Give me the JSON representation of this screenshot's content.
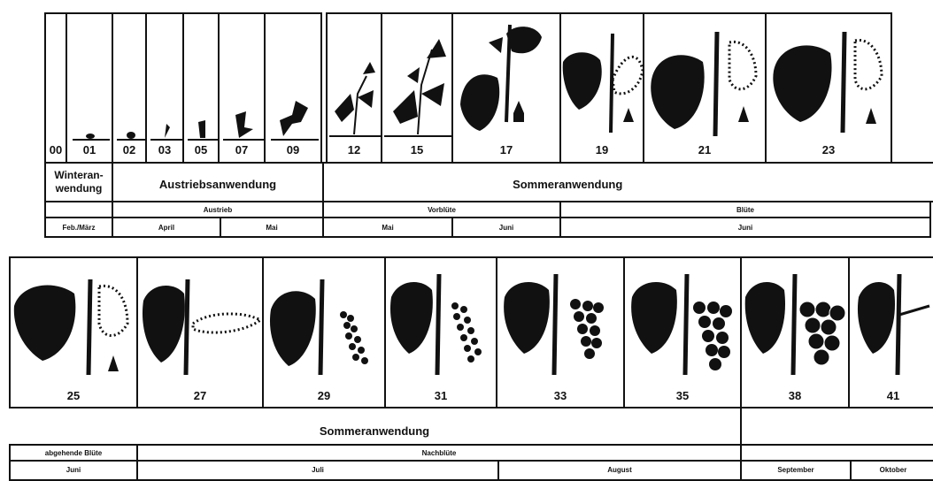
{
  "top_row": {
    "stages": [
      "00",
      "01",
      "02",
      "03",
      "05",
      "07",
      "09",
      "12",
      "15",
      "17",
      "19",
      "21",
      "23"
    ],
    "applications": {
      "winter": "Winteran-\nwendung",
      "austrieb": "Austriebsanwendung",
      "sommer": "Sommeranwendung"
    },
    "phases": {
      "austrieb": "Austrieb",
      "vorbluete": "Vorblüte",
      "bluete": "Blüte"
    },
    "months": {
      "feb_maerz": "Feb./März",
      "april": "April",
      "mai_1": "Mai",
      "mai_2": "Mai",
      "juni_1": "Juni",
      "juni_2": "Juni"
    }
  },
  "bottom_row": {
    "stages": [
      "25",
      "27",
      "29",
      "31",
      "33",
      "35",
      "38",
      "41"
    ],
    "applications": {
      "sommer": "Sommeranwendung"
    },
    "phases": {
      "abgehende_bluete": "abgehende Blüte",
      "nachbluete": "Nachblüte"
    },
    "months": {
      "juni": "Juni",
      "juli": "Juli",
      "august": "August",
      "september": "September",
      "oktober": "Oktober"
    }
  },
  "colors": {
    "ink": "#111111",
    "paper": "#ffffff"
  }
}
